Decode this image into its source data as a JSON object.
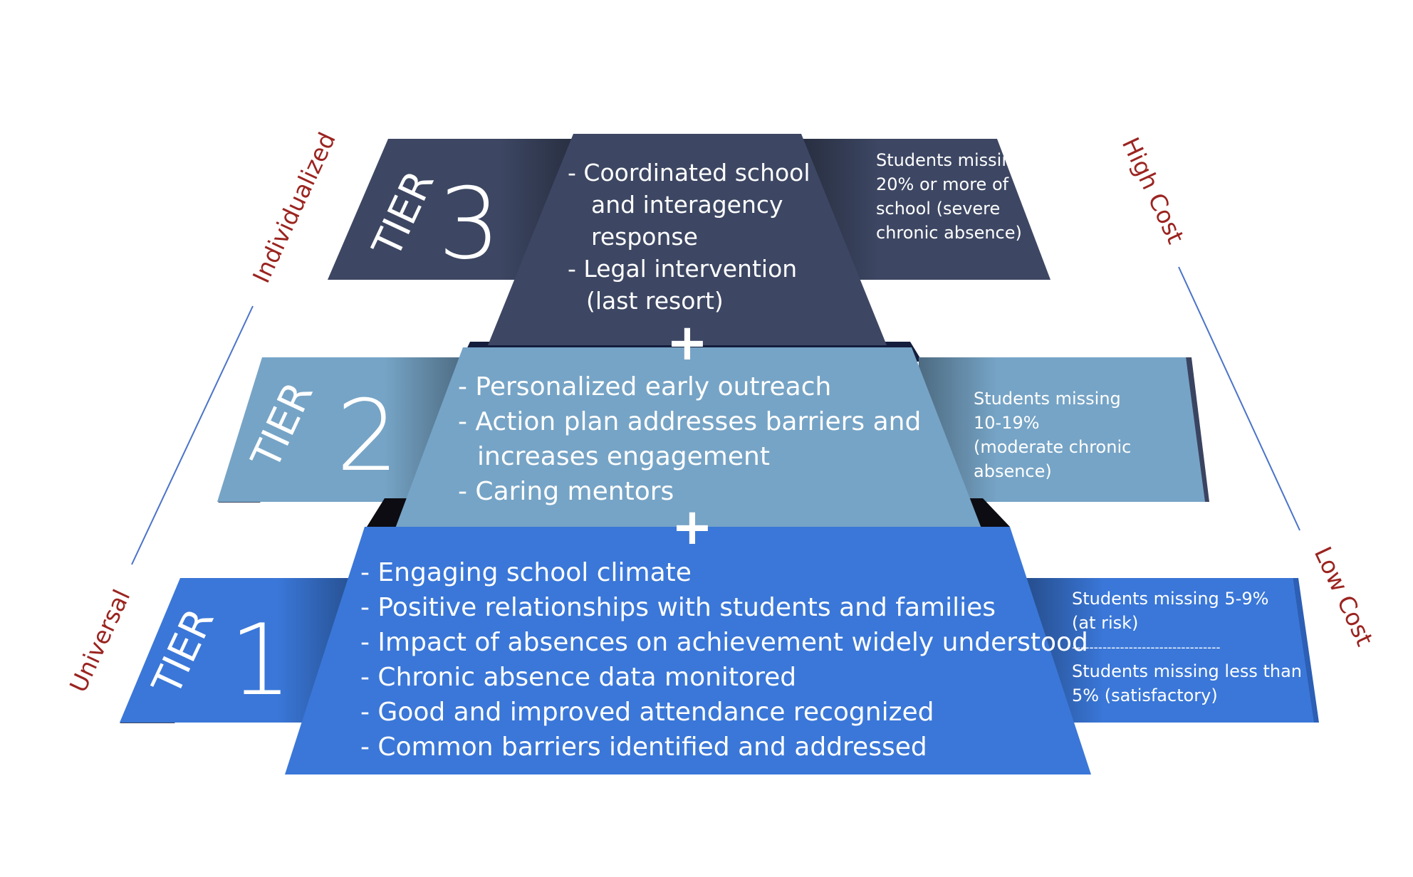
{
  "colors": {
    "tier3": "#3d4763",
    "tier2": "#76a4c6",
    "tier1": "#3a77d8",
    "accent_label": "#9b2420",
    "axis_line": "#4a73c9"
  },
  "axes": {
    "left_top": "Individualized",
    "left_bottom": "Universal",
    "right_top": "High Cost",
    "right_bottom": "Low Cost"
  },
  "tiers": {
    "tier3": {
      "word": "TIER",
      "number": "3",
      "lines": [
        "-  Coordinated school",
        "and interagency",
        "response",
        "-  Legal intervention",
        "(last resort)"
      ],
      "note": [
        "Students missing",
        "20% or more of",
        "school (severe",
        "chronic absence)"
      ]
    },
    "tier2": {
      "word": "TIER",
      "number": "2",
      "lines": [
        "- Personalized early outreach",
        "- Action plan addresses barriers and",
        "increases engagement",
        "- Caring mentors"
      ],
      "note": [
        "Students missing",
        "10-19%",
        "(moderate chronic",
        "absence)"
      ]
    },
    "tier1": {
      "word": "TIER",
      "number": "1",
      "lines": [
        "- Engaging school climate",
        "- Positive relationships with students and families",
        "- Impact of absences on achievement widely understood",
        "- Chronic absence data monitored",
        "- Good and improved attendance recognized",
        "- Common barriers identified and addressed"
      ],
      "note_top": [
        "Students missing 5-9%",
        "(at risk)"
      ],
      "divider": "----------------------------------",
      "note_bottom": [
        "Students missing less than",
        "5% (satisfactory)"
      ]
    }
  },
  "plus_signs": [
    "+",
    "+"
  ]
}
